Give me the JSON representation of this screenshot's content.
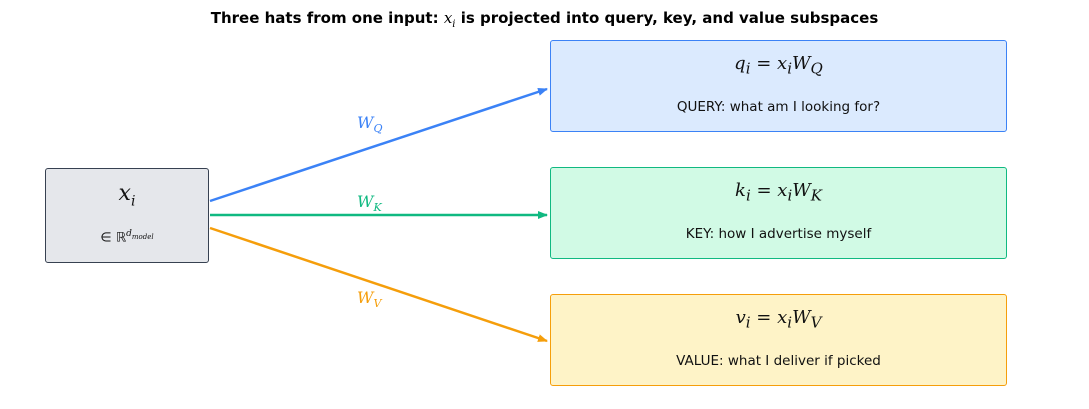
{
  "title": {
    "prefix": "Three hats from one input: ",
    "symbol": "x",
    "symbol_sub": "i",
    "suffix": " is projected into query, key, and value subspaces"
  },
  "input": {
    "symbol": "x",
    "symbol_sub": "i",
    "space_prefix": "∈ ℝ",
    "space_exp": "d",
    "space_exp_sub": "model"
  },
  "projections": [
    {
      "id": "query",
      "weight": "W",
      "weight_sub": "Q",
      "eq_lhs": "q",
      "eq_rhs_w": "W",
      "eq_sub": "Q",
      "desc": "QUERY: what am I looking for?",
      "color": "#3b82f6",
      "fill": "#dbeafe"
    },
    {
      "id": "key",
      "weight": "W",
      "weight_sub": "K",
      "eq_lhs": "k",
      "eq_rhs_w": "W",
      "eq_sub": "K",
      "desc": "KEY: how I advertise myself",
      "color": "#10b981",
      "fill": "#d1fae5"
    },
    {
      "id": "value",
      "weight": "W",
      "weight_sub": "V",
      "eq_lhs": "v",
      "eq_rhs_w": "W",
      "eq_sub": "V",
      "desc": "VALUE: what I deliver if picked",
      "color": "#f59e0b",
      "fill": "#fef3c7"
    }
  ]
}
